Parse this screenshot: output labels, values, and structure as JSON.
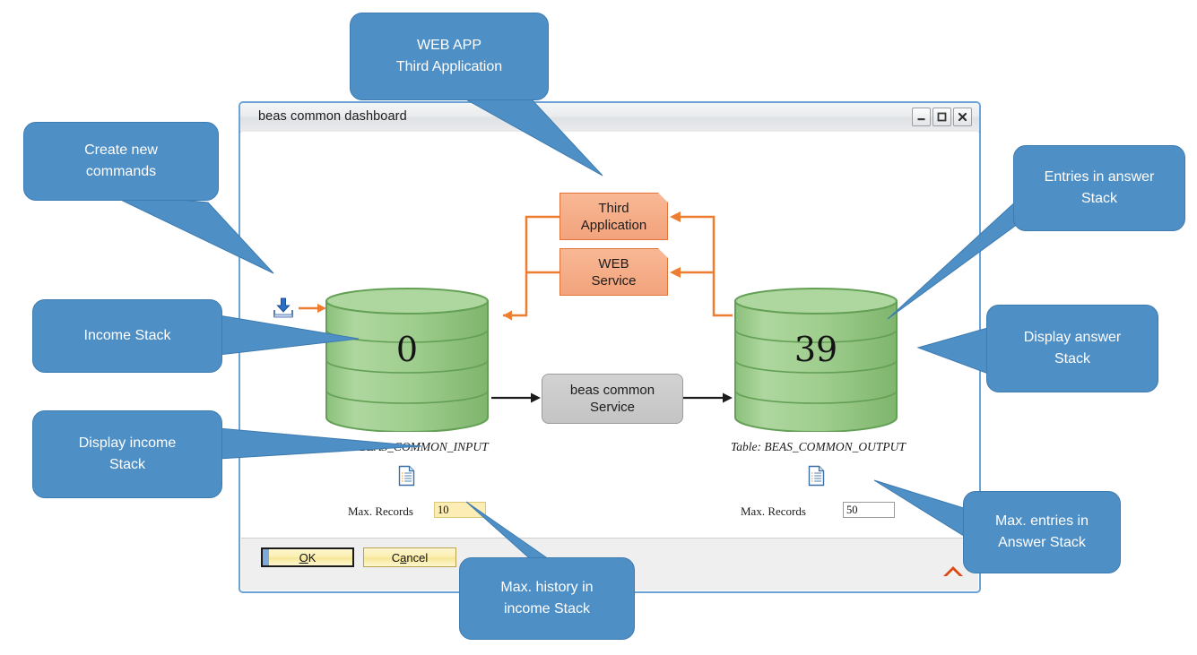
{
  "window": {
    "title": "beas common dashboard",
    "controls": [
      {
        "name": "minimize",
        "glyph": "minimize-icon"
      },
      {
        "name": "maximize",
        "glyph": "maximize-icon"
      },
      {
        "name": "close",
        "glyph": "close-icon"
      }
    ],
    "footer": {
      "ok_label": "OK",
      "ok_mnemonic": "O",
      "cancel_label": "Cancel",
      "cancel_mnemonic": "a",
      "resize_grip": "resize-grip-icon"
    }
  },
  "diagram": {
    "third_application": "Third\nApplication",
    "third_application_line1": "Third",
    "third_application_line2": "Application",
    "web_service_line1": "WEB",
    "web_service_line2": "Service",
    "service_line1": "beas common",
    "service_line2": "Service",
    "income_stack_count": "0",
    "answer_stack_count": "39",
    "income_table_label": "Table: BEAS_COMMON_INPUT",
    "answer_table_label": "Table: BEAS_COMMON_OUTPUT",
    "income_records_label": "Max. Records",
    "income_records_value": "10",
    "answer_records_label": "Max. Records",
    "answer_records_value": "50",
    "import_icon": "import-download-icon",
    "income_display_icon": "document-list-icon",
    "answer_display_icon": "document-list-icon"
  },
  "callouts": {
    "create_commands_line1": "Create new",
    "create_commands_line2": "commands",
    "web_app_line1": "WEB APP",
    "web_app_line2": "Third Application",
    "entries_answer_line1": "Entries in answer",
    "entries_answer_line2": "Stack",
    "income_stack": "Income Stack",
    "display_answer_line1": "Display answer",
    "display_answer_line2": "Stack",
    "display_income_line1": "Display income",
    "display_income_line2": "Stack",
    "max_answer_line1": "Max. entries in",
    "max_answer_line2": "Answer Stack",
    "max_history_line1": "Max. history in",
    "max_history_line2": "income Stack"
  },
  "colors": {
    "callout_fill": "#4e8fc6",
    "callout_stroke": "#3d7bb0",
    "orange_fill": "#f2a37c",
    "orange_stroke": "#e3733a",
    "cylinder_fill": "#9dcc8f",
    "cylinder_stroke": "#63a055",
    "gray_fill": "#c9c9c9",
    "window_border": "#6ba3d6",
    "button_fill": "#fbefb0"
  }
}
